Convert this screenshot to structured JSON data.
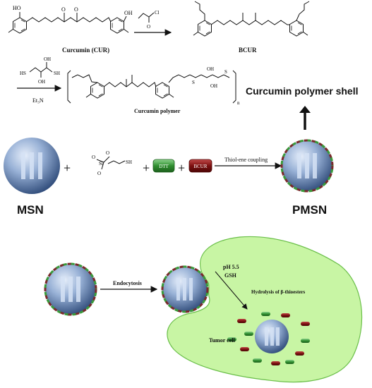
{
  "labels": {
    "curcumin": "Curcumin (CUR)",
    "bcur": "BCUR",
    "curcumin_polymer": "Curcumin polymer",
    "curcumin_polymer_shell": "Curcumin polymer shell",
    "reagent_et3n": "Et₃N",
    "subscript_n": "n",
    "dtt_box": "DTT",
    "bcur_box": "BCUR",
    "thiol_ene": "Thiol-ene coupling",
    "msn": "MSN",
    "pmsn": "PMSN",
    "endocytosis": "Endocytosis",
    "ph": "pH 5.5",
    "gsh": "GSH",
    "hydrolysis": "Hydrolysis of β-thioesters",
    "tumor_cell": "Tumor cell"
  },
  "chem_text": {
    "ho": "HO",
    "oh": "OH",
    "o": "O",
    "cl": "Cl",
    "hs": "HS",
    "sh": "SH",
    "s": "S",
    "si": "Si",
    "plus": "+"
  },
  "colors": {
    "sphere_light": "#c9d9f0",
    "sphere_dark": "#3c5a8a",
    "shell_red": "#8e1b1b",
    "shell_green": "#3f9a3f",
    "cell_fill": "#c8f5a4",
    "cell_stroke": "#6bbf4a",
    "dtt_green": "#3d9c3d",
    "bcur_red": "#8a1515"
  }
}
